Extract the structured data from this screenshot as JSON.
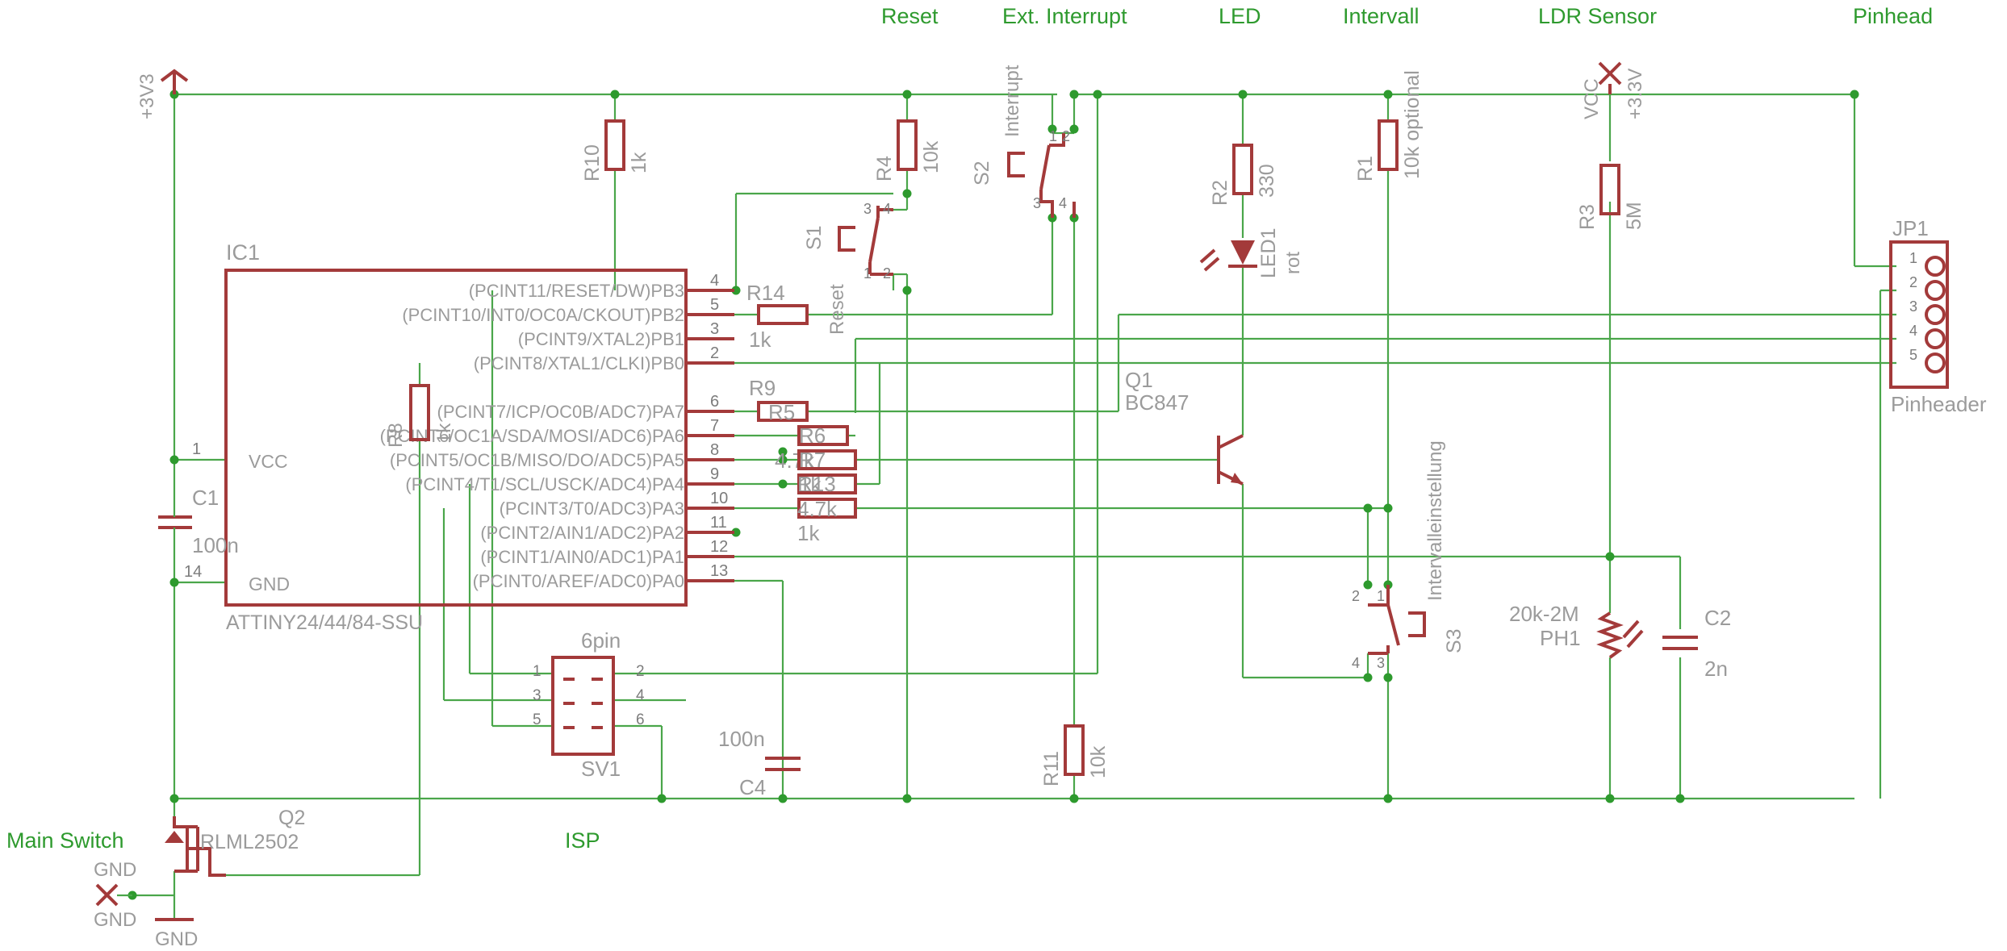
{
  "sections": {
    "reset": "Reset",
    "ext_interrupt": "Ext. Interrupt",
    "led": "LED",
    "intervall": "Intervall",
    "ldr_sensor": "LDR Sensor",
    "pinhead": "Pinhead",
    "main_switch": "Main Switch",
    "isp": "ISP"
  },
  "supply": {
    "v3v3": "+3V3",
    "vcc": "VCC",
    "v3_3": "+3.3V",
    "gnd_a": "GND",
    "gnd_b": "GND",
    "gnd_c": "GND"
  },
  "ic1": {
    "name": "IC1",
    "part": "ATTINY24/44/84-SSU",
    "vcc_label": "VCC",
    "gnd_label": "GND",
    "vcc_pin": "1",
    "gnd_pin": "14",
    "pins": [
      {
        "num": "4",
        "label": "(PCINT11/RESET/DW)PB3"
      },
      {
        "num": "5",
        "label": "(PCINT10/INT0/OC0A/CKOUT)PB2"
      },
      {
        "num": "3",
        "label": "(PCINT9/XTAL2)PB1"
      },
      {
        "num": "2",
        "label": "(PCINT8/XTAL1/CLKI)PB0"
      },
      {
        "num": "6",
        "label": "(PCINT7/ICP/OC0B/ADC7)PA7"
      },
      {
        "num": "7",
        "label": "(PCINT6/OC1A/SDA/MOSI/ADC6)PA6"
      },
      {
        "num": "8",
        "label": "(PCINT5/OC1B/MISO/DO/ADC5)PA5"
      },
      {
        "num": "9",
        "label": "(PCINT4/T1/SCL/USCK/ADC4)PA4"
      },
      {
        "num": "10",
        "label": "(PCINT3/T0/ADC3)PA3"
      },
      {
        "num": "11",
        "label": "(PCINT2/AIN1/ADC2)PA2"
      },
      {
        "num": "12",
        "label": "(PCINT1/AIN0/ADC1)PA1"
      },
      {
        "num": "13",
        "label": "(PCINT0/AREF/ADC0)PA0"
      }
    ]
  },
  "components": {
    "r10": {
      "name": "R10",
      "value": "1k"
    },
    "r4": {
      "name": "R4",
      "value": "10k"
    },
    "r14": {
      "name": "R14",
      "value": "1k"
    },
    "r9": {
      "name": "R9",
      "value": "1k"
    },
    "r5": {
      "name": "R5",
      "value": ""
    },
    "r6": {
      "name": "R6",
      "value": "4.7k"
    },
    "r7": {
      "name": "R7",
      "value": "1k"
    },
    "r13": {
      "name": "R13",
      "value": "4.7k"
    },
    "r8": {
      "name": "R8",
      "value": "1k"
    },
    "r2": {
      "name": "R2",
      "value": "330"
    },
    "r1": {
      "name": "R1",
      "value": "10k optional"
    },
    "r3": {
      "name": "R3",
      "value": "5M"
    },
    "r11": {
      "name": "R11",
      "value": "10k"
    },
    "s1": {
      "name": "S1",
      "value": "Reset",
      "pins": [
        "3",
        "4",
        "1",
        "2"
      ]
    },
    "s2": {
      "name": "S2",
      "value": "Interrupt",
      "pins": [
        "1",
        "2",
        "3",
        "4"
      ]
    },
    "s3": {
      "name": "S3",
      "value": "Intervalleinstellung",
      "pins": [
        "2",
        "1",
        "4",
        "3"
      ]
    },
    "led1": {
      "name": "LED1",
      "value": "rot"
    },
    "q1": {
      "name": "Q1",
      "value": "BC847"
    },
    "q2": {
      "name": "Q2",
      "value": "RLML2502"
    },
    "c1": {
      "name": "C1",
      "value": "100n"
    },
    "c2": {
      "name": "C2",
      "value": "2n"
    },
    "c4": {
      "name": "C4",
      "value": "100n"
    },
    "ph1": {
      "name": "PH1",
      "value": "20k-2M"
    },
    "jp1": {
      "name": "JP1",
      "value": "Pinheader",
      "pins": [
        "1",
        "2",
        "3",
        "4",
        "5"
      ]
    },
    "sv1": {
      "name": "SV1",
      "value": "6pin",
      "pins": [
        "1",
        "2",
        "3",
        "4",
        "5",
        "6"
      ]
    }
  }
}
